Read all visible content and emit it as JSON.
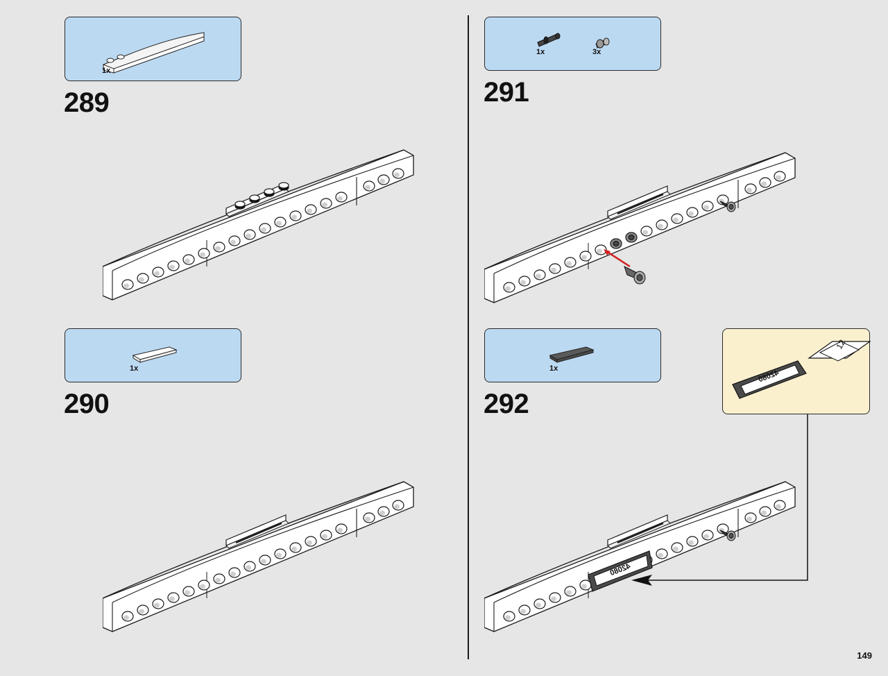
{
  "page": {
    "number": "149"
  },
  "steps": [
    {
      "number": "289",
      "parts": [
        {
          "name": "curved-slope-piece",
          "qty": "1x"
        }
      ]
    },
    {
      "number": "290",
      "parts": [
        {
          "name": "white-tile-piece",
          "qty": "1x"
        }
      ]
    },
    {
      "number": "291",
      "parts": [
        {
          "name": "black-pin-piece",
          "qty": "1x"
        },
        {
          "name": "gray-pin-piece",
          "qty": "3x"
        }
      ]
    },
    {
      "number": "292",
      "parts": [
        {
          "name": "dark-gray-tile-piece",
          "qty": "1x"
        }
      ]
    }
  ],
  "callout": {
    "sticker_text": "42080",
    "sheet_number": "12"
  },
  "colors": {
    "parts_panel": "#bcd9f2",
    "callout_panel": "#fbf0ce",
    "background": "#e6e6e6",
    "arrow_red": "#d11f1f"
  }
}
